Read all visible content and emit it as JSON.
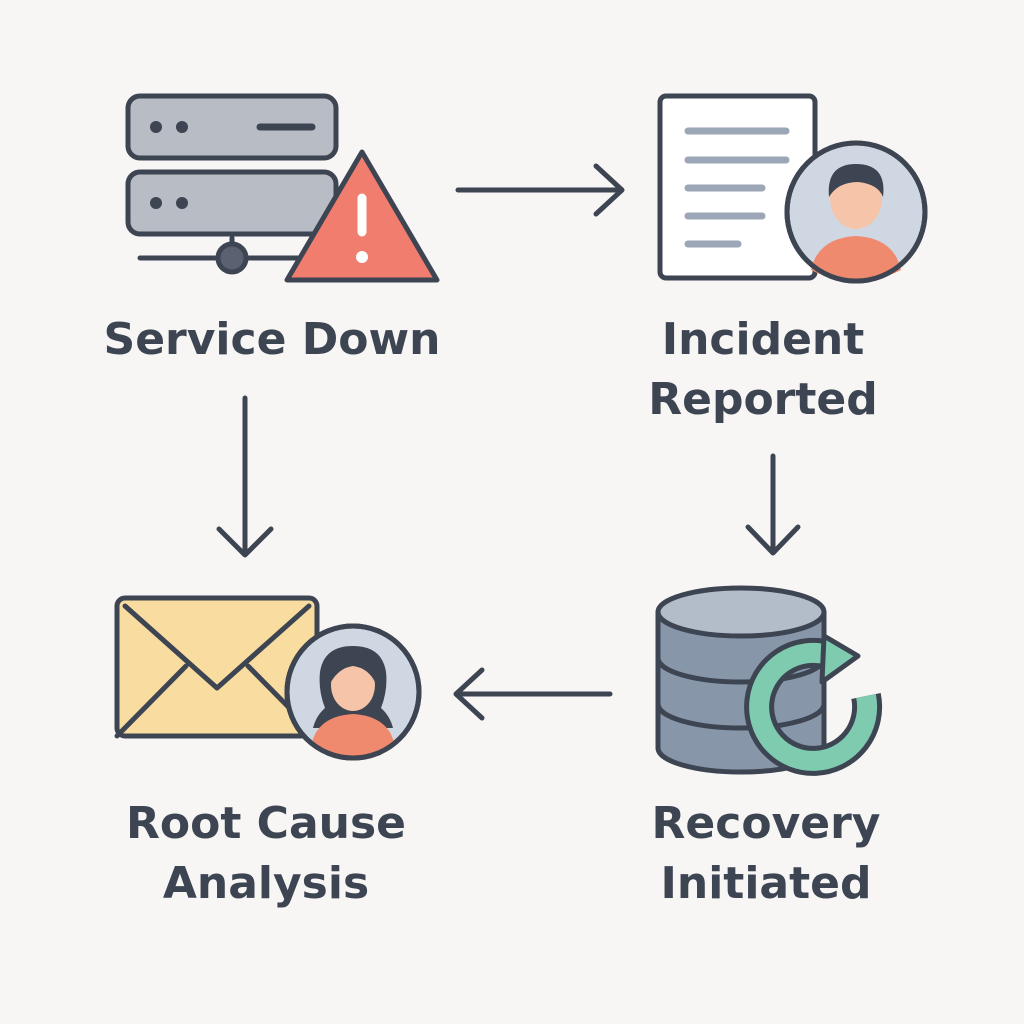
{
  "nodes": {
    "service_down": {
      "label_lines": [
        "Service Down"
      ],
      "icon": "server-warning-icon"
    },
    "incident_reported": {
      "label_lines": [
        "Incident",
        "Reported"
      ],
      "icon": "document-user-icon"
    },
    "recovery_initiated": {
      "label_lines": [
        "Recovery",
        "Initiated"
      ],
      "icon": "database-refresh-icon"
    },
    "root_cause_analysis": {
      "label_lines": [
        "Root Cause",
        "Analysis"
      ],
      "icon": "envelope-user-icon"
    }
  },
  "edges": [
    {
      "from": "Service Down",
      "to": "Incident Reported"
    },
    {
      "from": "Incident Reported",
      "to": "Recovery Initiated"
    },
    {
      "from": "Recovery Initiated",
      "to": "Root Cause Analysis"
    },
    {
      "from": "Service Down",
      "to": "Root Cause Analysis"
    }
  ],
  "colors": {
    "background": "#f7f6f4",
    "outline": "#3d4452",
    "server": "#b8bcc4",
    "warning": "#f07d6e",
    "avatar_bg": "#cfd8e2",
    "avatar_shirt": "#f08a6e",
    "skin": "#f6c4a8",
    "envelope": "#f9dca0",
    "database": "#8896aa",
    "refresh": "#7fcbb0"
  }
}
